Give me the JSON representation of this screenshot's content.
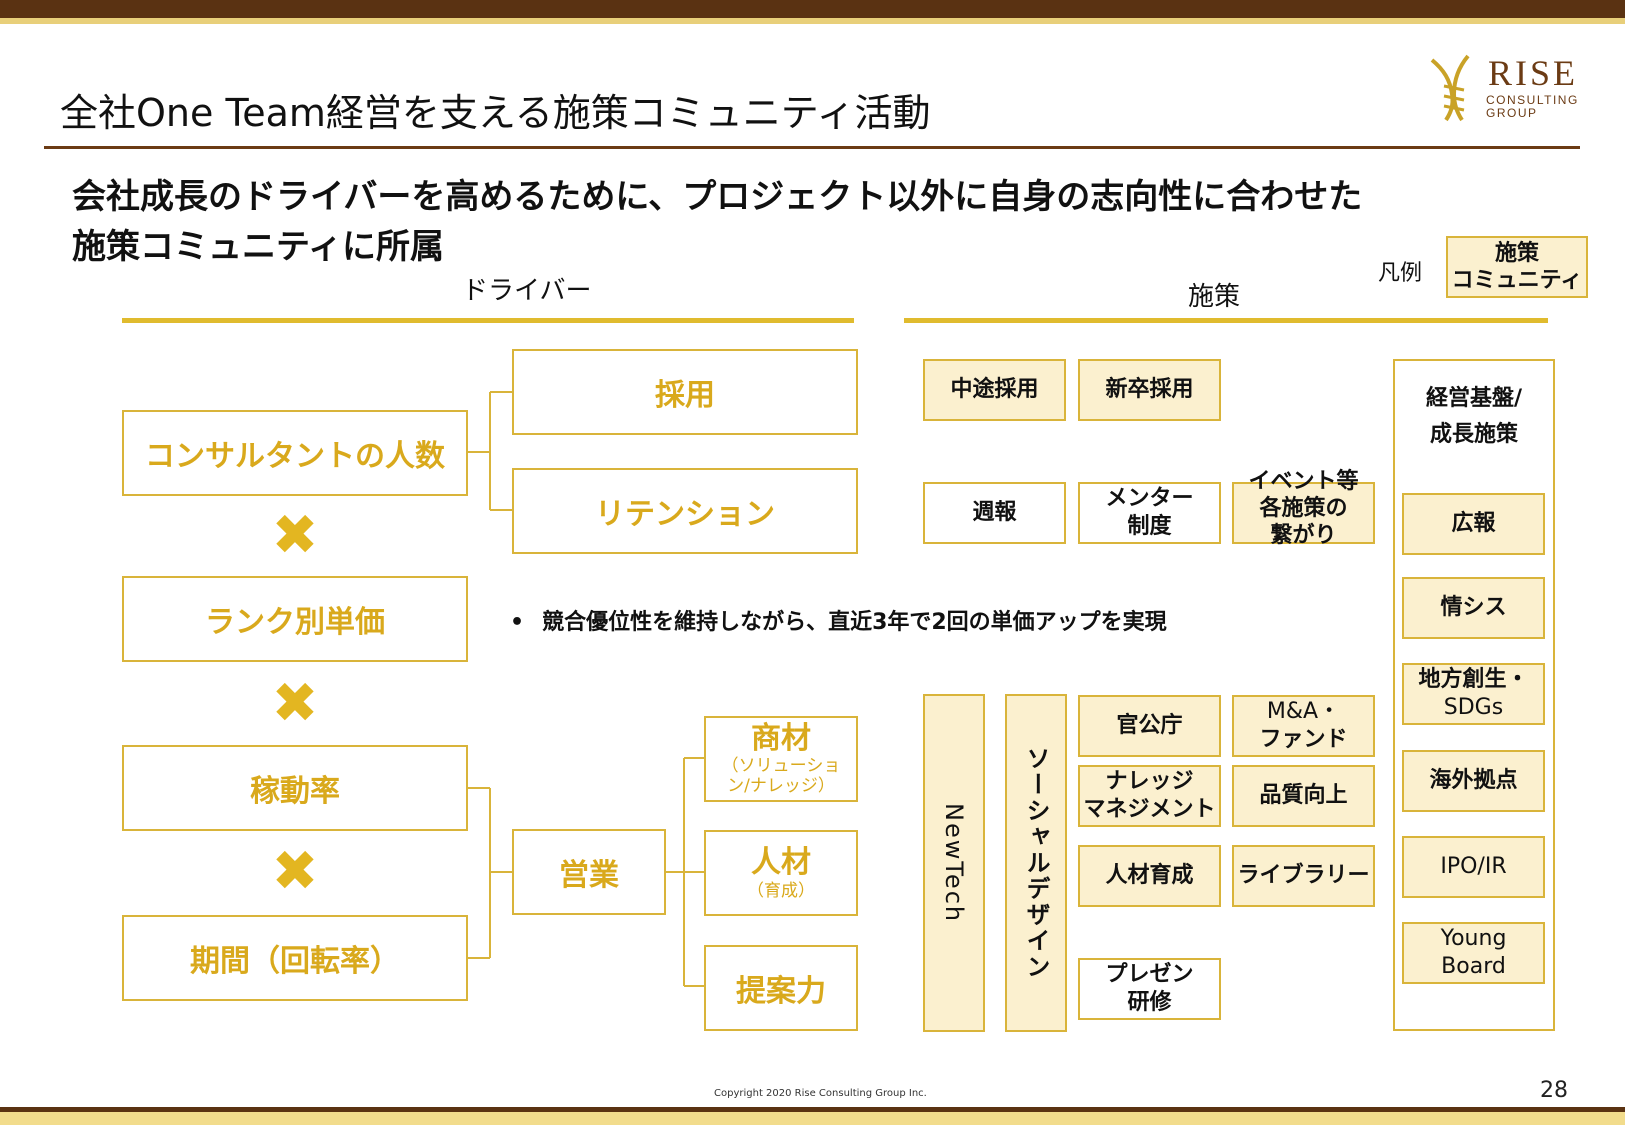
{
  "slide": {
    "title": "全社One Team経営を支える施策コミュニティ活動",
    "headline_line1": "会社成長のドライバーを高めるために、プロジェクト以外に自身の志向性に合わせた",
    "headline_line2": "施策コミュニティに所属",
    "page_number": "28",
    "copyright": "Copyright 2020 Rise Consulting Group Inc."
  },
  "logo": {
    "name": "RISE",
    "sub1": "CONSULTING",
    "sub2": "GROUP"
  },
  "headers": {
    "drivers": "ドライバー",
    "measures": "施策"
  },
  "legend": {
    "label": "凡例",
    "box_line1": "施策",
    "box_line2": "コミュニティ"
  },
  "drivers": {
    "consultants": "コンサルタントの人数",
    "rank_price": "ランク別単価",
    "utilization": "稼動率",
    "period": "期間（回転率）",
    "recruit": "採用",
    "retention": "リテンション",
    "sales": "営業",
    "product_main": "商材",
    "product_sub": "（ソリューション/ナレッジ）",
    "people_main": "人材",
    "people_sub": "（育成）",
    "proposal": "提案力",
    "multiply": "✖",
    "note": "競合優位性を維持しながら、直近3年で2回の単価アップを実現",
    "bullet": "•"
  },
  "measures": {
    "midcareer": "中途採用",
    "newgrad": "新卒採用",
    "weekly": "週報",
    "mentor_1": "メンター",
    "mentor_2": "制度",
    "event_1": "イベント等",
    "event_2": "各施策の",
    "event_3": "繋がり",
    "newtech": "NewTech",
    "social": "ソーシャルデザイン",
    "gov": "官公庁",
    "ma_1": "M&A・",
    "ma_2": "ファンド",
    "knowledge_1": "ナレッジ",
    "knowledge_2": "マネジメント",
    "quality": "品質向上",
    "training": "人材育成",
    "library": "ライブラリー",
    "presen_1": "プレゼン",
    "presen_2": "研修",
    "mgmt_title_1": "経営基盤/",
    "mgmt_title_2": "成長施策",
    "pr": "広報",
    "infosys": "情シス",
    "regional_1": "地方創生・",
    "regional_2": "SDGs",
    "overseas": "海外拠点",
    "ipo": "IPO/IR",
    "young_1": "Young",
    "young_2": "Board"
  },
  "colors": {
    "gold": "#d9b43a",
    "gold_text": "#d9a91c",
    "cream": "#fbf0cf",
    "brown": "#5a3212"
  }
}
